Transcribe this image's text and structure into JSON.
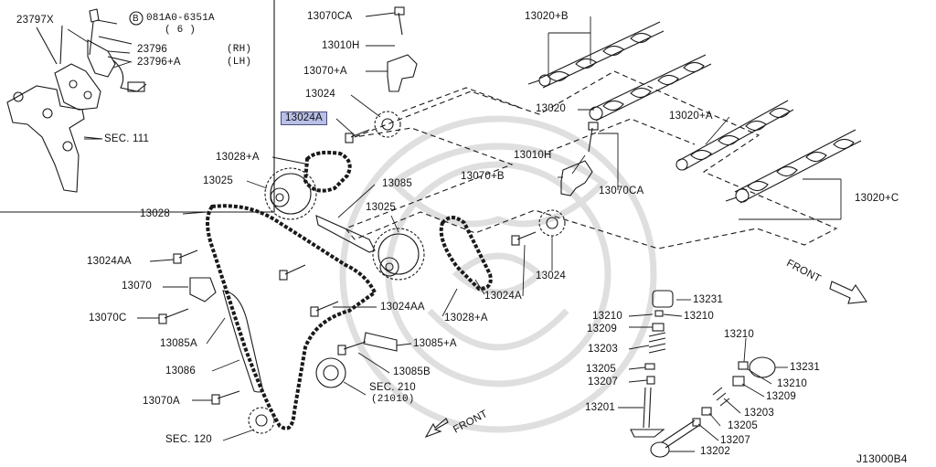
{
  "diagram": {
    "inset_labels": {
      "l23797x": "23797X",
      "bolt_code": "081A0-6351A",
      "bolt_code_badge": "B",
      "bolt_qty": "( 6 )",
      "l23796": "23796",
      "l23796_rh": "(RH)",
      "l23796a": "23796+A",
      "l23796a_lh": "(LH)",
      "sec111": "SEC. 111"
    },
    "labels": {
      "l13070ca_top": "13070CA",
      "l13010h_top": "13010H",
      "l13070a_top": "13070+A",
      "l13024_top": "13024",
      "l13024a_hl": "13024A",
      "l13028a_top": "13028+A",
      "l13025_left": "13025",
      "l13085": "13085",
      "l13028": "13028",
      "l13025_mid": "13025",
      "l13024aa_left": "13024AA",
      "l13070": "13070",
      "l13070c": "13070C",
      "l13085a": "13085A",
      "l13086": "13086",
      "l13070a_bot": "13070A",
      "sec120": "SEC. 120",
      "l13024aa_mid": "13024AA",
      "l13085a_plus": "13085+A",
      "l13085b": "13085B",
      "sec210": "SEC. 210",
      "sec210_sub": "(21010)",
      "front_bottom": "FRONT",
      "l13028a_mid": "13028+A",
      "l13024a_mid": "13024A",
      "l13024_right": "13024",
      "l13020b": "13020+B",
      "l13020": "13020",
      "l13010h_right": "13010H",
      "l13070b": "13070+B",
      "l13070ca_right": "13070CA",
      "l13020a": "13020+A",
      "l13020c": "13020+C",
      "front_right": "FRONT",
      "l13231_top": "13231",
      "l13210_a": "13210",
      "l13210_b": "13210",
      "l13209_a": "13209",
      "l13203_a": "13203",
      "l13205_a": "13205",
      "l13207_a": "13207",
      "l13201": "13201",
      "l13210_c": "13210",
      "l13231_right": "13231",
      "l13210_d": "13210",
      "l13209_b": "13209",
      "l13203_b": "13203",
      "l13205_b": "13205",
      "l13207_b": "13207",
      "l13202": "13202",
      "diagram_id": "J13000B4"
    },
    "colors": {
      "line": "#1a1a1a",
      "highlight_fill": "#b9bfe6",
      "highlight_border": "#4a4f7a",
      "watermark": "#d9d9d9"
    },
    "icons": {
      "front_arrow": "arrow-icon",
      "watermark": "watermark-emblem"
    }
  }
}
